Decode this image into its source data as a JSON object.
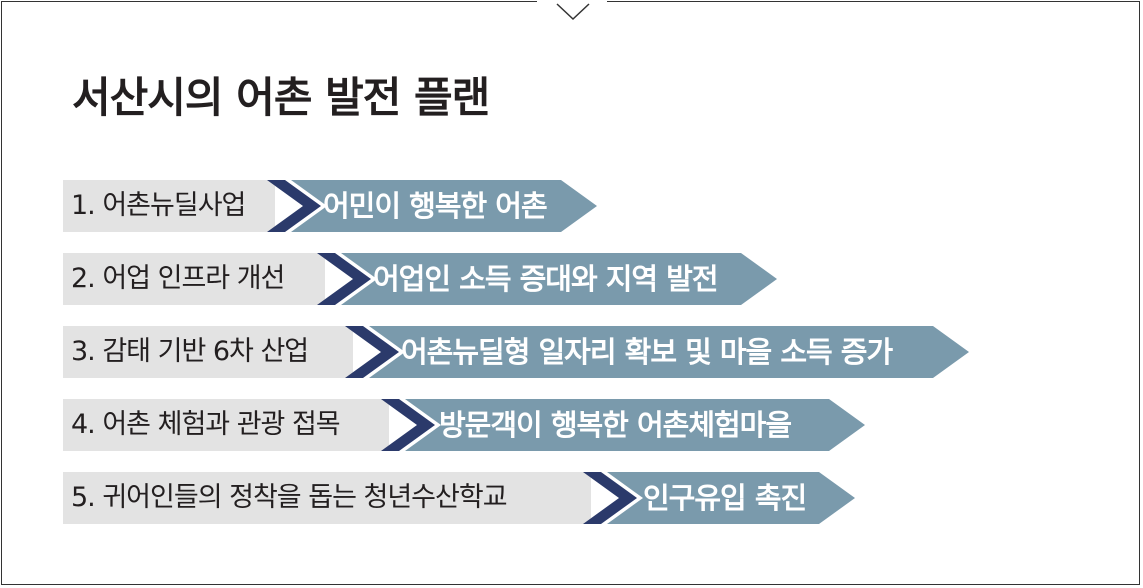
{
  "title": "서산시의 어촌 발전 플랜",
  "colors": {
    "label_bg": "#e3e3e3",
    "chevron": "#2b3a6b",
    "arrow": "#7a9aac",
    "text_dark": "#231f20",
    "text_light": "#ffffff"
  },
  "plans": [
    {
      "label": "1. 어촌뉴딜사업",
      "goal": "어민이 행복한 어촌"
    },
    {
      "label": "2. 어업 인프라 개선",
      "goal": "어업인 소득 증대와 지역 발전"
    },
    {
      "label": "3. 감태 기반 6차 산업",
      "goal": "어촌뉴딜형 일자리 확보 및 마을 소득 증가"
    },
    {
      "label": "4. 어촌 체험과 관광 접목",
      "goal": "방문객이 행복한 어촌체험마을"
    },
    {
      "label": "5. 귀어인들의 정착을 돕는 청년수산학교",
      "goal": "인구유입 촉진"
    }
  ]
}
